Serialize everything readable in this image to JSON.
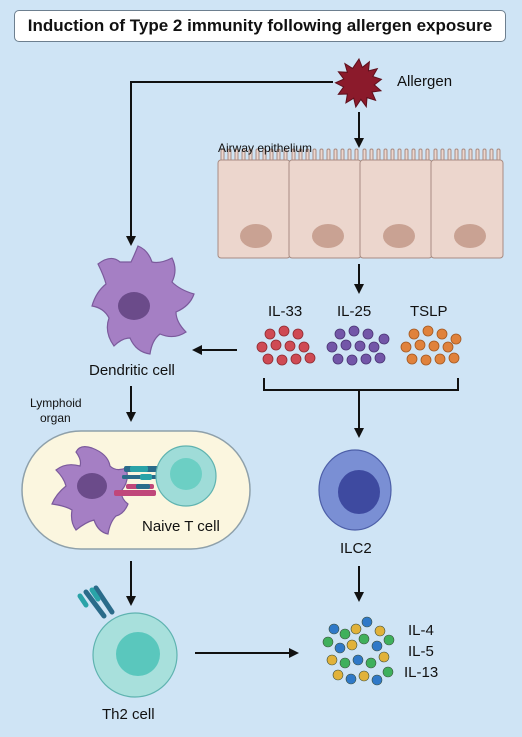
{
  "title": "Induction of Type 2 immunity following allergen exposure",
  "labels": {
    "allergen": "Allergen",
    "airway_epithelium": "Airway epithelium",
    "il33": "IL-33",
    "il25": "IL-25",
    "tslp": "TSLP",
    "dendritic_cell": "Dendritic cell",
    "lymphoid_organ_line1": "Lymphoid",
    "lymphoid_organ_line2": "organ",
    "naive_t_cell": "Naive T cell",
    "ilc2": "ILC2",
    "th2_cell": "Th2 cell",
    "il4": "IL-4",
    "il5": "IL-5",
    "il13": "IL-13"
  },
  "colors": {
    "background": "#cfe4f5",
    "allergen": "#8b1a2b",
    "epithelium": "#ecd6cd",
    "nucleus": "#c9a293",
    "dendritic": "#a57fc4",
    "il33": "#cf4a54",
    "il25": "#7356a8",
    "tslp": "#e0823c",
    "ilc2": "#6f86cf",
    "t_cell": "#86d3d3",
    "lymph_organ": "#fbf6df"
  }
}
